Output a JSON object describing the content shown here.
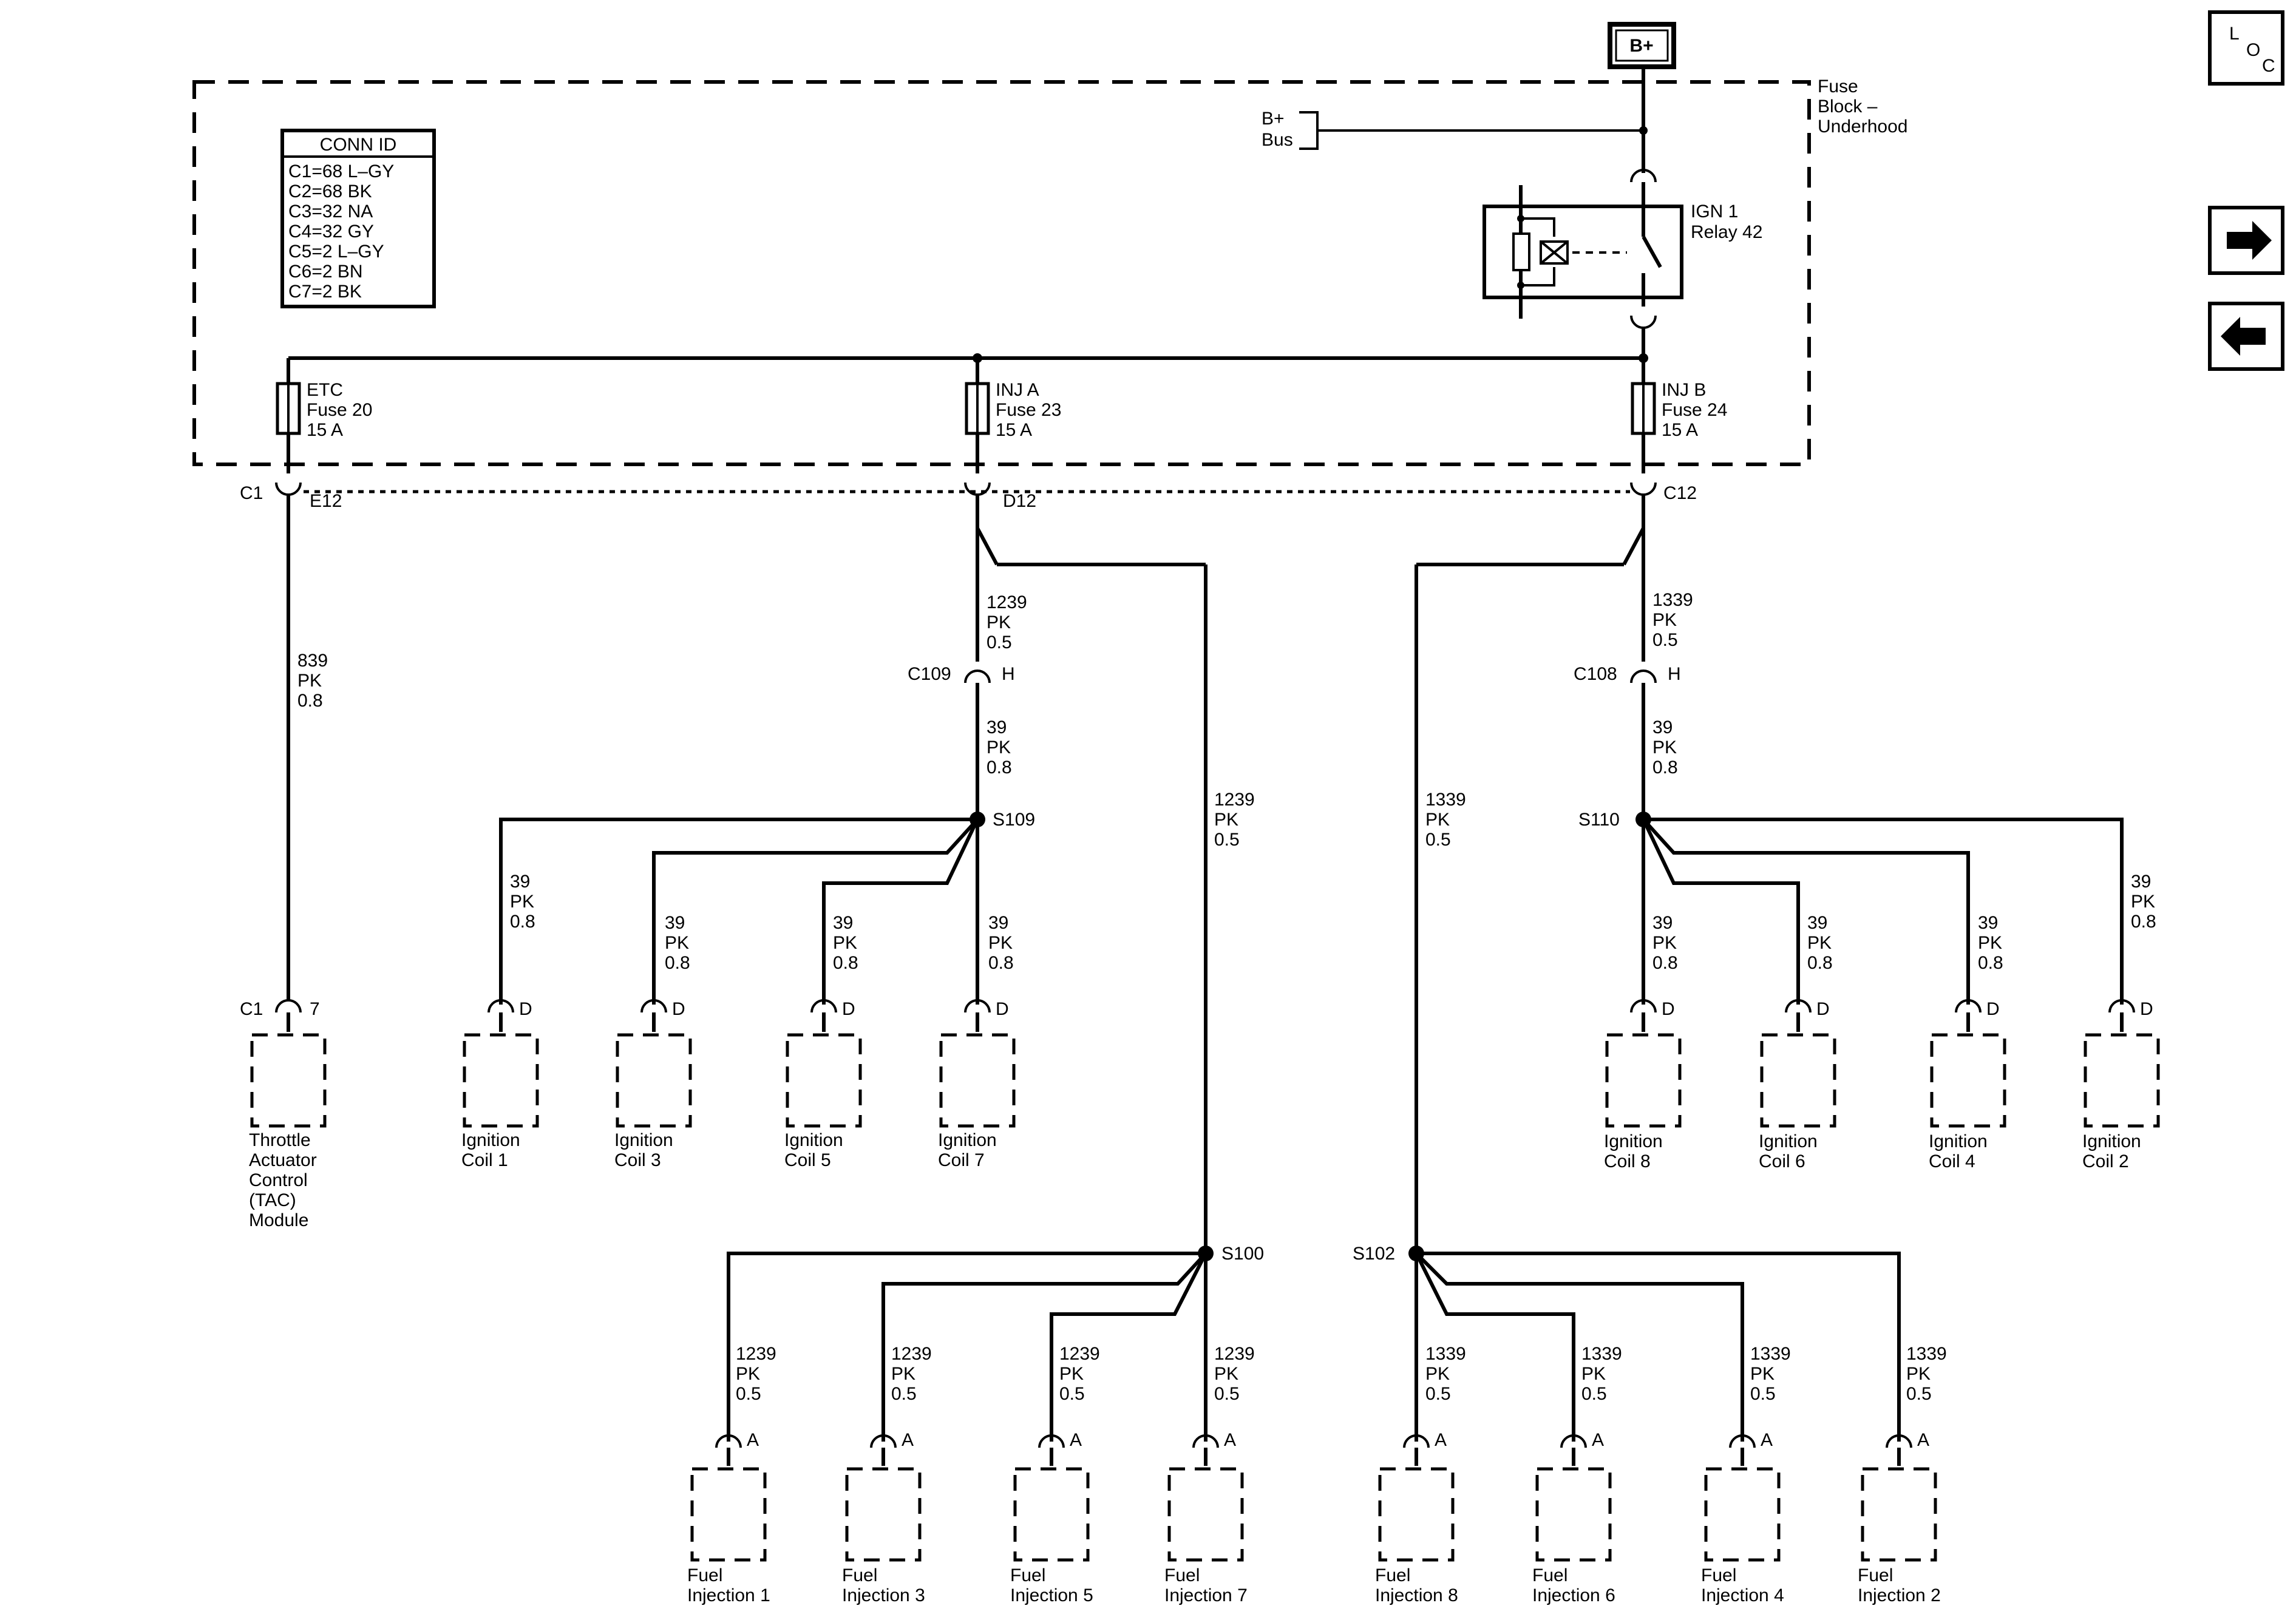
{
  "power": {
    "battery": "B+",
    "bus_l1": "B+",
    "bus_l2": "Bus"
  },
  "fuse_block": {
    "l1": "Fuse",
    "l2": "Block –",
    "l3": "Underhood"
  },
  "conn_id": {
    "title": "CONN ID",
    "rows": [
      "C1=68 L–GY",
      "C2=68 BK",
      "C3=32 NA",
      "C4=32 GY",
      "C5=2 L–GY",
      "C6=2 BN",
      "C7=2 BK"
    ]
  },
  "relay": {
    "l1": "IGN 1",
    "l2": "Relay 42"
  },
  "fuses": [
    {
      "name": "ETC",
      "id": "Fuse 20",
      "rating": "15 A",
      "conn": "C1",
      "pin": "E12"
    },
    {
      "name": "INJ A",
      "id": "Fuse 23",
      "rating": "15 A",
      "pin": "D12"
    },
    {
      "name": "INJ B",
      "id": "Fuse 24",
      "rating": "15 A",
      "pin": "C12"
    }
  ],
  "wires": {
    "w839": [
      "839",
      "PK",
      "0.8"
    ],
    "w1239": [
      "1239",
      "PK",
      "0.5"
    ],
    "w1339": [
      "1339",
      "PK",
      "0.5"
    ],
    "w39": [
      "39",
      "PK",
      "0.8"
    ]
  },
  "connectors": {
    "c109": "C109",
    "c108": "C108",
    "pin_h": "H",
    "tac_conn": "C1",
    "tac_pin": "7",
    "coil_pin": "D",
    "inj_pin": "A"
  },
  "splices": {
    "s109": "S109",
    "s110": "S110",
    "s100": "S100",
    "s102": "S102"
  },
  "tac": [
    "Throttle",
    "Actuator",
    "Control",
    "(TAC)",
    "Module"
  ],
  "coils_left": [
    [
      "Ignition",
      "Coil 1"
    ],
    [
      "Ignition",
      "Coil 3"
    ],
    [
      "Ignition",
      "Coil 5"
    ],
    [
      "Ignition",
      "Coil 7"
    ]
  ],
  "coils_right": [
    [
      "Ignition",
      "Coil 8"
    ],
    [
      "Ignition",
      "Coil 6"
    ],
    [
      "Ignition",
      "Coil 4"
    ],
    [
      "Ignition",
      "Coil 2"
    ]
  ],
  "injectors_left": [
    [
      "Fuel",
      "Injection 1"
    ],
    [
      "Fuel",
      "Injection 3"
    ],
    [
      "Fuel",
      "Injection 5"
    ],
    [
      "Fuel",
      "Injection 7"
    ]
  ],
  "injectors_right": [
    [
      "Fuel",
      "Injection 8"
    ],
    [
      "Fuel",
      "Injection 6"
    ],
    [
      "Fuel",
      "Injection 4"
    ],
    [
      "Fuel",
      "Injection 2"
    ]
  ],
  "nav": {
    "loc": [
      "L",
      "O",
      "C"
    ],
    "next_icon": "arrow-right-icon",
    "prev_icon": "arrow-left-icon"
  }
}
